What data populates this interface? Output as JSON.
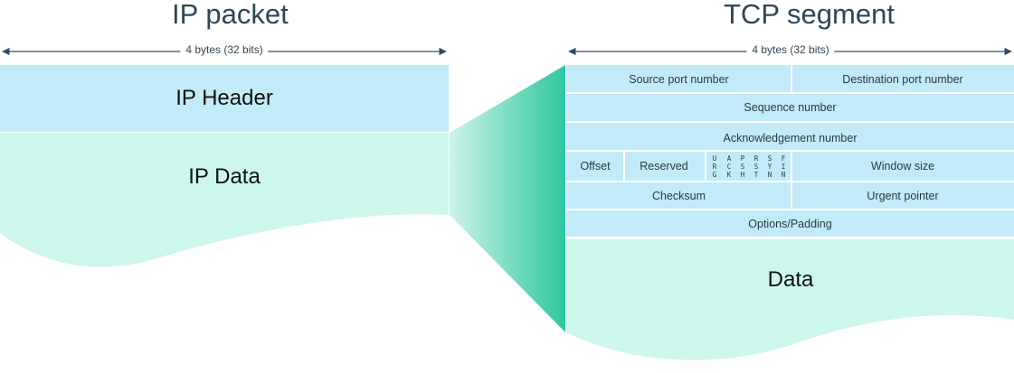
{
  "ip_packet": {
    "title": "IP packet",
    "width_label": "4 bytes (32 bits)",
    "header_label": "IP Header",
    "data_label": "IP Data"
  },
  "tcp_segment": {
    "title": "TCP segment",
    "width_label": "4 bytes (32 bits)",
    "fields": {
      "source_port": "Source port number",
      "destination_port": "Destination port number",
      "sequence_number": "Sequence number",
      "acknowledgement_number": "Acknowledgement number",
      "offset": "Offset",
      "reserved": "Reserved",
      "window_size": "Window size",
      "checksum": "Checksum",
      "urgent_pointer": "Urgent pointer",
      "options_padding": "Options/Padding"
    },
    "flags": [
      [
        "U",
        "R",
        "G"
      ],
      [
        "A",
        "C",
        "K"
      ],
      [
        "P",
        "S",
        "H"
      ],
      [
        "R",
        "S",
        "T"
      ],
      [
        "S",
        "Y",
        "N"
      ],
      [
        "F",
        "I",
        "N"
      ]
    ],
    "data_label": "Data"
  },
  "colors": {
    "header_blue": "#c3eaf8",
    "data_mint": "#cdf7ec",
    "connector_green": "#2ec7a0",
    "arrow": "#2f4a6b"
  }
}
